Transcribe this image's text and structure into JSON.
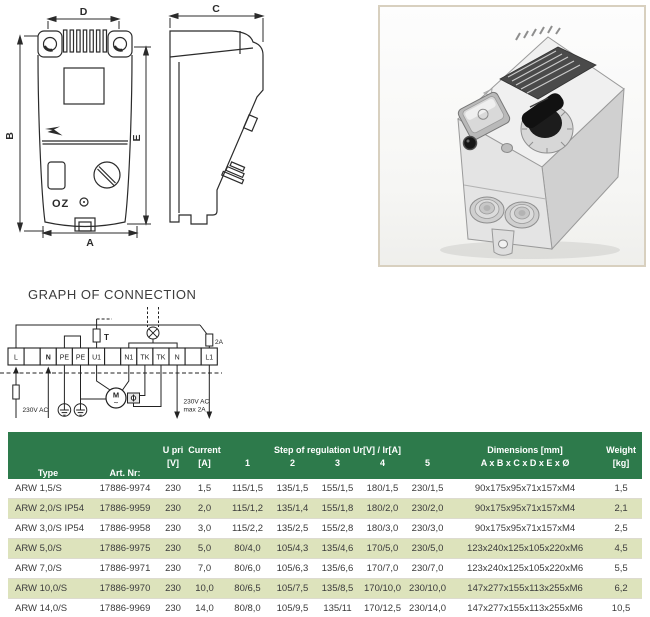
{
  "colors": {
    "header_green": "#2d7a4b",
    "row_alt": "#dde3bc",
    "photo_frame": "#d8d0bf"
  },
  "drawing": {
    "dims": {
      "d": "D",
      "b": "B",
      "e": "E",
      "a": "A",
      "c": "C"
    },
    "front_text": "OZ"
  },
  "connection": {
    "title": "GRAPH OF CONNECTION",
    "terminals": [
      "L",
      "",
      "N",
      "PE",
      "PE",
      "U1",
      "",
      "N1",
      "TK",
      "TK",
      "N",
      "",
      "L1"
    ],
    "transformer_fuse": "T",
    "fuse_rating": "2A",
    "supply_label": "230V AC",
    "output_label_1": "230V AC",
    "output_label_2": "max 2A",
    "motor": "M",
    "motor_wave": "~"
  },
  "table": {
    "header": {
      "type": "Type",
      "art_nr": "Art. Nr:",
      "u_pri": "U pri",
      "u_pri_unit": "[V]",
      "current": "Current",
      "current_unit": "[A]",
      "steps_title": "Step of regulation Ur[V] / Ir[A]",
      "steps": [
        "1",
        "2",
        "3",
        "4",
        "5"
      ],
      "dimensions": "Dimensions [mm]",
      "dimensions_sub": "A x B x C x D x E x Ø",
      "weight": "Weight",
      "weight_unit": "[kg]"
    },
    "rows": [
      {
        "type": "ARW 1,5/S",
        "art": "17886-9974",
        "u": "230",
        "i": "1,5",
        "s1": "115/1,5",
        "s2": "135/1,5",
        "s3": "155/1,5",
        "s4": "180/1,5",
        "s5": "230/1,5",
        "dim": "90x175x95x71x157xM4",
        "wt": "1,5"
      },
      {
        "type": "ARW 2,0/S IP54",
        "art": "17886-9959",
        "u": "230",
        "i": "2,0",
        "s1": "115/1,2",
        "s2": "135/1,4",
        "s3": "155/1,8",
        "s4": "180/2,0",
        "s5": "230/2,0",
        "dim": "90x175x95x71x157xM4",
        "wt": "2,1"
      },
      {
        "type": "ARW 3,0/S IP54",
        "art": "17886-9958",
        "u": "230",
        "i": "3,0",
        "s1": "115/2,2",
        "s2": "135/2,5",
        "s3": "155/2,8",
        "s4": "180/3,0",
        "s5": "230/3,0",
        "dim": "90x175x95x71x157xM4",
        "wt": "2,5"
      },
      {
        "type": "ARW 5,0/S",
        "art": "17886-9975",
        "u": "230",
        "i": "5,0",
        "s1": "80/4,0",
        "s2": "105/4,3",
        "s3": "135/4,6",
        "s4": "170/5,0",
        "s5": "230/5,0",
        "dim": "123x240x125x105x220xM6",
        "wt": "4,5"
      },
      {
        "type": "ARW 7,0/S",
        "art": "17886-9971",
        "u": "230",
        "i": "7,0",
        "s1": "80/6,0",
        "s2": "105/6,3",
        "s3": "135/6,6",
        "s4": "170/7,0",
        "s5": "230/7,0",
        "dim": "123x240x125x105x220xM6",
        "wt": "5,5"
      },
      {
        "type": "ARW 10,0/S",
        "art": "17886-9970",
        "u": "230",
        "i": "10,0",
        "s1": "80/6,5",
        "s2": "105/7,5",
        "s3": "135/8,5",
        "s4": "170/10,0",
        "s5": "230/10,0",
        "dim": "147x277x155x113x255xM6",
        "wt": "6,2"
      },
      {
        "type": "ARW 14,0/S",
        "art": "17886-9969",
        "u": "230",
        "i": "14,0",
        "s1": "80/8,0",
        "s2": "105/9,5",
        "s3": "135/11",
        "s4": "170/12,5",
        "s5": "230/14,0",
        "dim": "147x277x155x113x255xM6",
        "wt": "10,5"
      }
    ]
  }
}
